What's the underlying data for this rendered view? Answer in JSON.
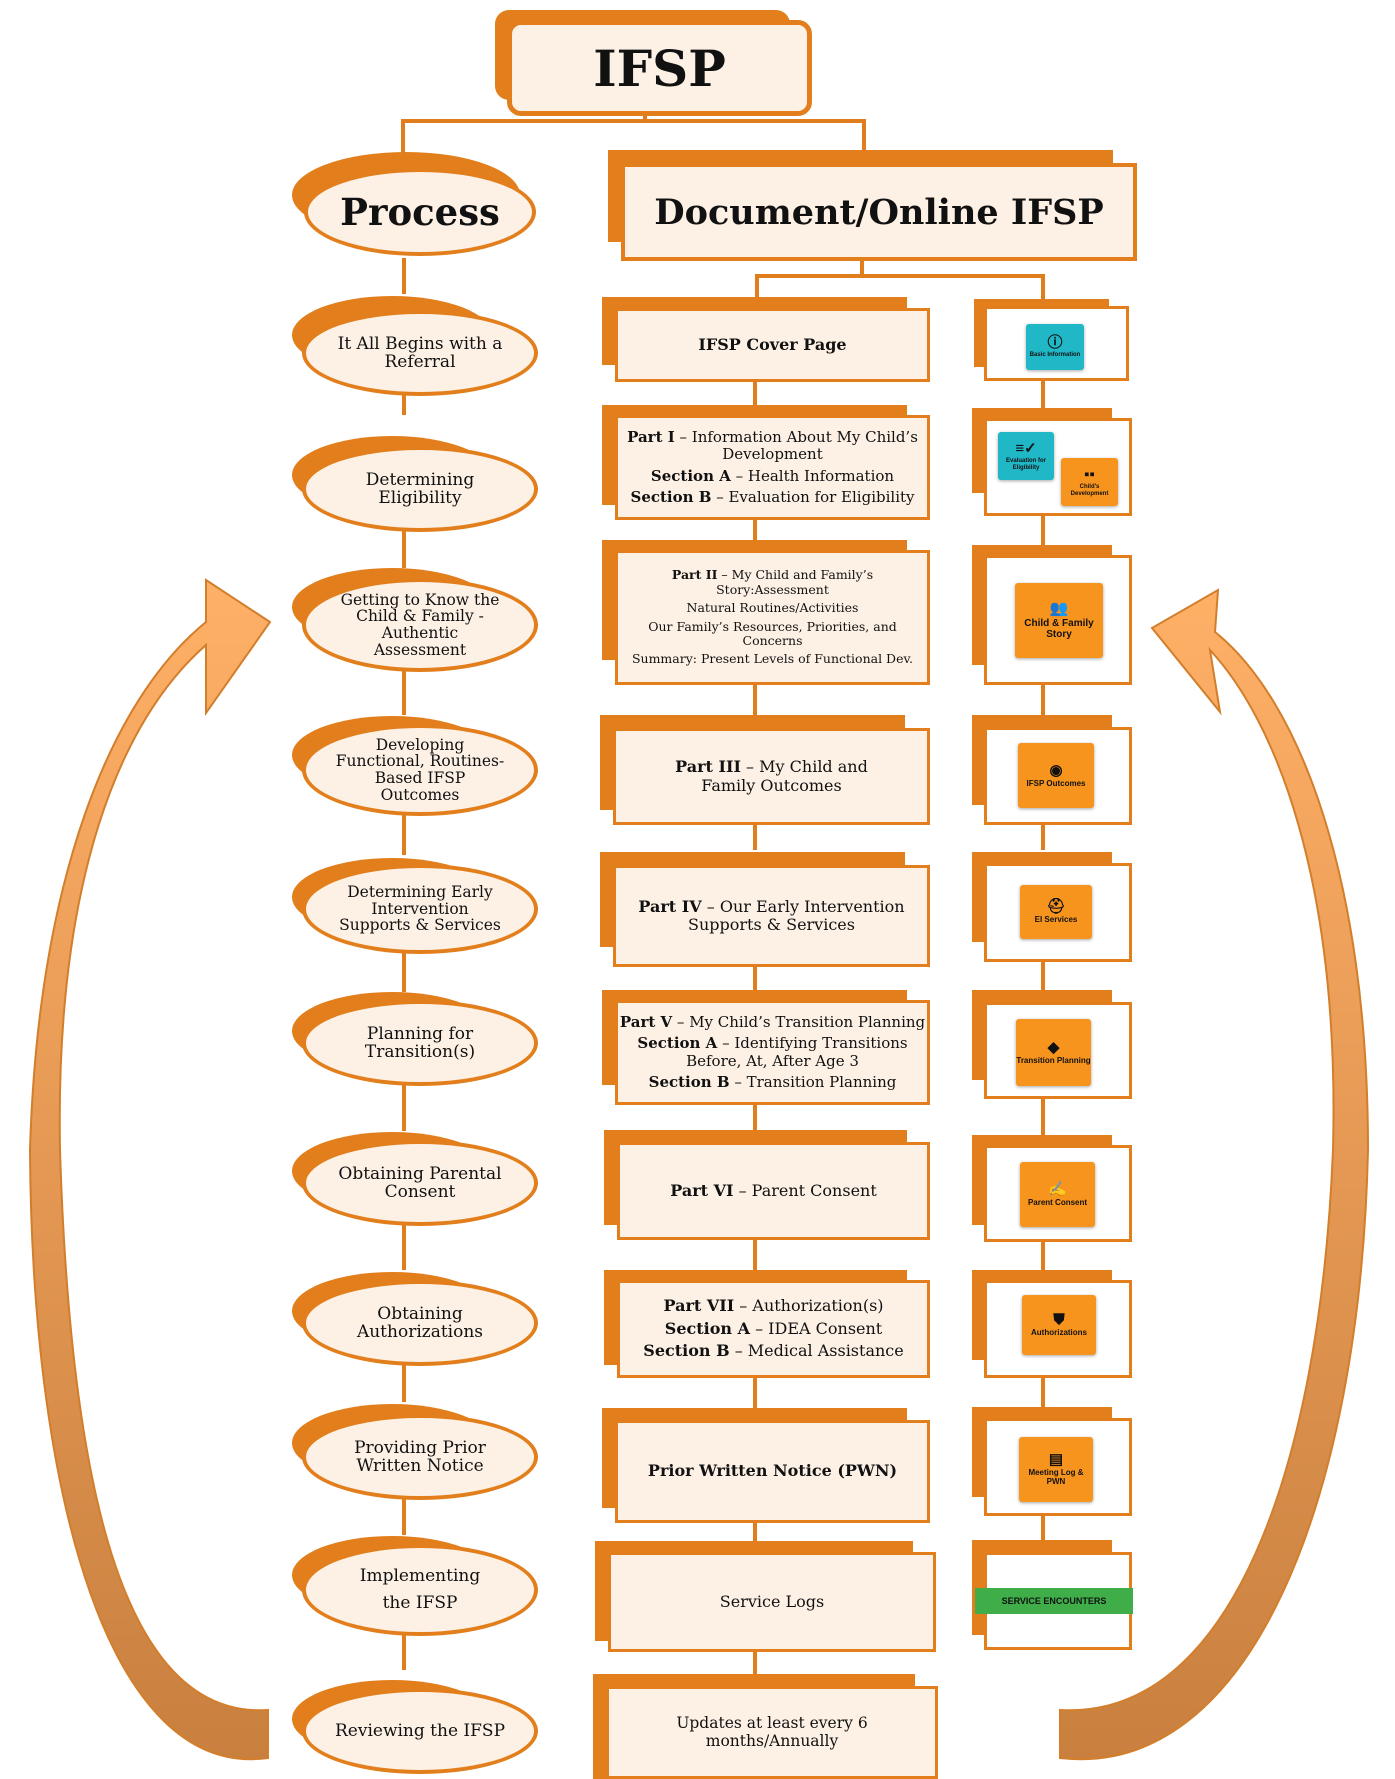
{
  "title": "IFSP",
  "process_header": "Process",
  "document_header": "Document/Online IFSP",
  "process_steps": [
    "It All Begins with a Referral",
    "Determining Eligibility",
    "Getting to Know the Child & Family - Authentic Assessment",
    "Developing Functional, Routines-Based IFSP Outcomes",
    "Determining Early Intervention Supports & Services",
    "Planning for Transition(s)",
    "Obtaining Parental Consent",
    "Obtaining Authorizations",
    "Providing Prior Written Notice",
    "Implementing the IFSP",
    "Reviewing the IFSP"
  ],
  "documents": {
    "cover": "IFSP Cover Page",
    "part1": {
      "b": "Part I",
      "t": " – Information About My Child’s Development",
      "secA_b": "Section A",
      "secA_t": " – Health Information",
      "secB_b": "Section B",
      "secB_t": " – Evaluation for Eligibility"
    },
    "part2": {
      "b": "Part II",
      "t": " – My Child and Family’s Story:Assessment",
      "l2": "Natural Routines/Activities",
      "l3": "Our Family’s Resources, Priorities, and Concerns",
      "l4": "Summary: Present Levels of Functional Dev."
    },
    "part3": {
      "b": "Part III",
      "t": " – My Child and Family Outcomes"
    },
    "part4": {
      "b": "Part IV",
      "t": " – Our Early Intervention Supports & Services"
    },
    "part5": {
      "b": "Part V",
      "t": " – My Child’s Transition Planning",
      "secA_b": "Section A",
      "secA_t": " – Identifying Transitions Before, At, After Age 3",
      "secB_b": "Section B",
      "secB_t": " – Transition Planning"
    },
    "part6": {
      "b": "Part VI",
      "t": " – Parent Consent"
    },
    "part7": {
      "b": "Part VII",
      "t": " – Authorization(s)",
      "secA_b": "Section A",
      "secA_t": " – IDEA Consent",
      "secB_b": "Section B",
      "secB_t": " – Medical Assistance"
    },
    "pwn": "Prior Written Notice (PWN)",
    "service_logs": "Service Logs",
    "updates": "Updates at least every 6 months/Annually"
  },
  "online_tiles": {
    "basic": {
      "label": "Basic Information",
      "icon": "info-icon"
    },
    "eval": {
      "label": "Evaluation for Eligibility",
      "icon": "checklist-icon"
    },
    "dev": {
      "label": "Child's Development",
      "icon": "grid-icon"
    },
    "story": {
      "label": "Child & Family Story",
      "icon": "people-icon"
    },
    "outcomes": {
      "label": "IFSP Outcomes",
      "icon": "compass-icon"
    },
    "services": {
      "label": "EI Services",
      "icon": "medical-icon"
    },
    "transition": {
      "label": "Transition Planning",
      "icon": "sign-icon"
    },
    "consent": {
      "label": "Parent Consent",
      "icon": "signature-icon"
    },
    "auth": {
      "label": "Authorizations",
      "icon": "shield-icon"
    },
    "meeting": {
      "label": "Meeting Log & PWN",
      "icon": "chat-icon"
    },
    "encounters": {
      "label": "SERVICE ENCOUNTERS"
    }
  },
  "colors": {
    "accent": "#e27f1c",
    "fill": "#fdf1e6",
    "tile_orange": "#f7941d",
    "tile_teal": "#20b7c7",
    "green": "#3fae49",
    "arrow": "#f0a050"
  }
}
